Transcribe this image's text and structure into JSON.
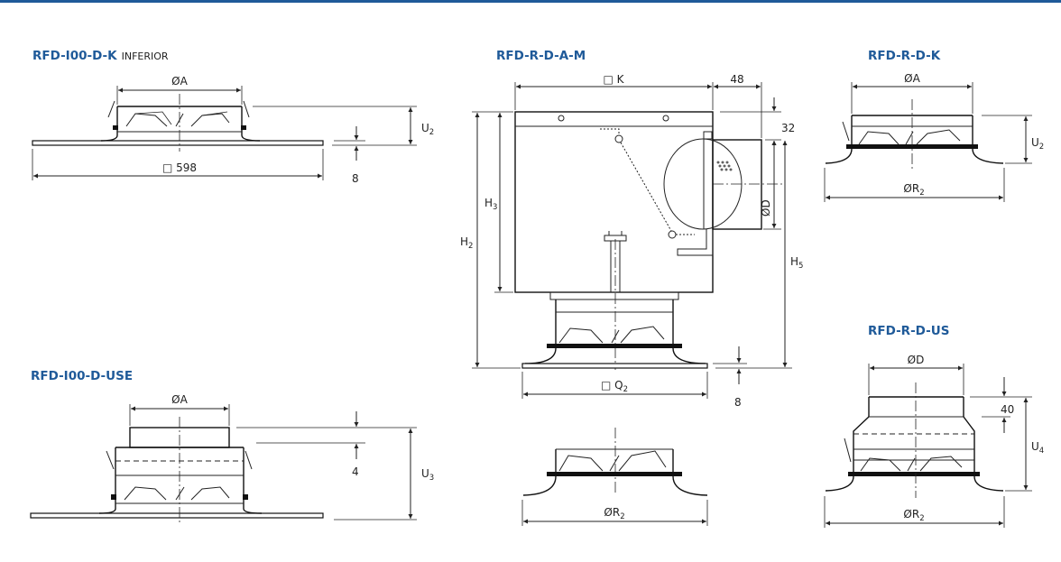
{
  "views": {
    "inferior": {
      "title": "RFD-I00-D-K",
      "subtitle": "INFERIOR",
      "dim_a": "ØA",
      "dim_u": "U",
      "dim_u_sub": "2",
      "dim_q": "□ 598",
      "dim_t": "8"
    },
    "use": {
      "title": "RFD-I00-D-USE",
      "dim_a": "ØA",
      "dim_gap": "4",
      "dim_u": "U",
      "dim_u_sub": "3"
    },
    "ram": {
      "title": "RFD-R-D-A-M",
      "dim_k": "□ K",
      "dim_48": "48",
      "dim_32": "32",
      "dim_h2": "H",
      "dim_h2_sub": "2",
      "dim_h3": "H",
      "dim_h3_sub": "3",
      "dim_h5": "H",
      "dim_h5_sub": "5",
      "dim_d": "ØD",
      "dim_q": "□ Q",
      "dim_q_sub": "2",
      "dim_t": "8",
      "dim_r": "ØR",
      "dim_r_sub": "2"
    },
    "rdk": {
      "title": "RFD-R-D-K",
      "dim_a": "ØA",
      "dim_u": "U",
      "dim_u_sub": "2",
      "dim_r": "ØR",
      "dim_r_sub": "2"
    },
    "rdus": {
      "title": "RFD-R-D-US",
      "dim_d": "ØD",
      "dim_40": "40",
      "dim_u": "U",
      "dim_u_sub": "4",
      "dim_r": "ØR",
      "dim_r_sub": "2"
    }
  }
}
